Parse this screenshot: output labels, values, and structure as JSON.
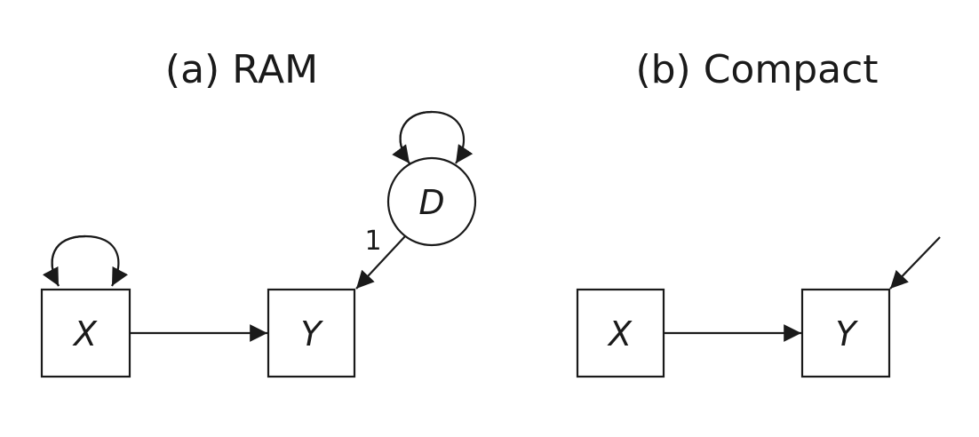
{
  "panels": [
    {
      "id": "a",
      "title": "(a)  RAM",
      "nodes": {
        "x": {
          "label": "X",
          "shape": "square"
        },
        "y": {
          "label": "Y",
          "shape": "square"
        },
        "d": {
          "label": "D",
          "shape": "circle"
        }
      },
      "edges": [
        {
          "from": "X",
          "to": "X",
          "type": "variance-loop"
        },
        {
          "from": "D",
          "to": "D",
          "type": "variance-loop"
        },
        {
          "from": "X",
          "to": "Y",
          "type": "regression"
        },
        {
          "from": "D",
          "to": "Y",
          "type": "regression",
          "label": "1"
        }
      ]
    },
    {
      "id": "b",
      "title": "(b)  Compact",
      "nodes": {
        "x": {
          "label": "X",
          "shape": "square"
        },
        "y": {
          "label": "Y",
          "shape": "square"
        }
      },
      "edges": [
        {
          "from": "X",
          "to": "Y",
          "type": "regression"
        },
        {
          "from": "",
          "to": "Y",
          "type": "residual"
        }
      ]
    }
  ],
  "colors": {
    "ink": "#1a1a1a",
    "background": "#ffffff"
  }
}
